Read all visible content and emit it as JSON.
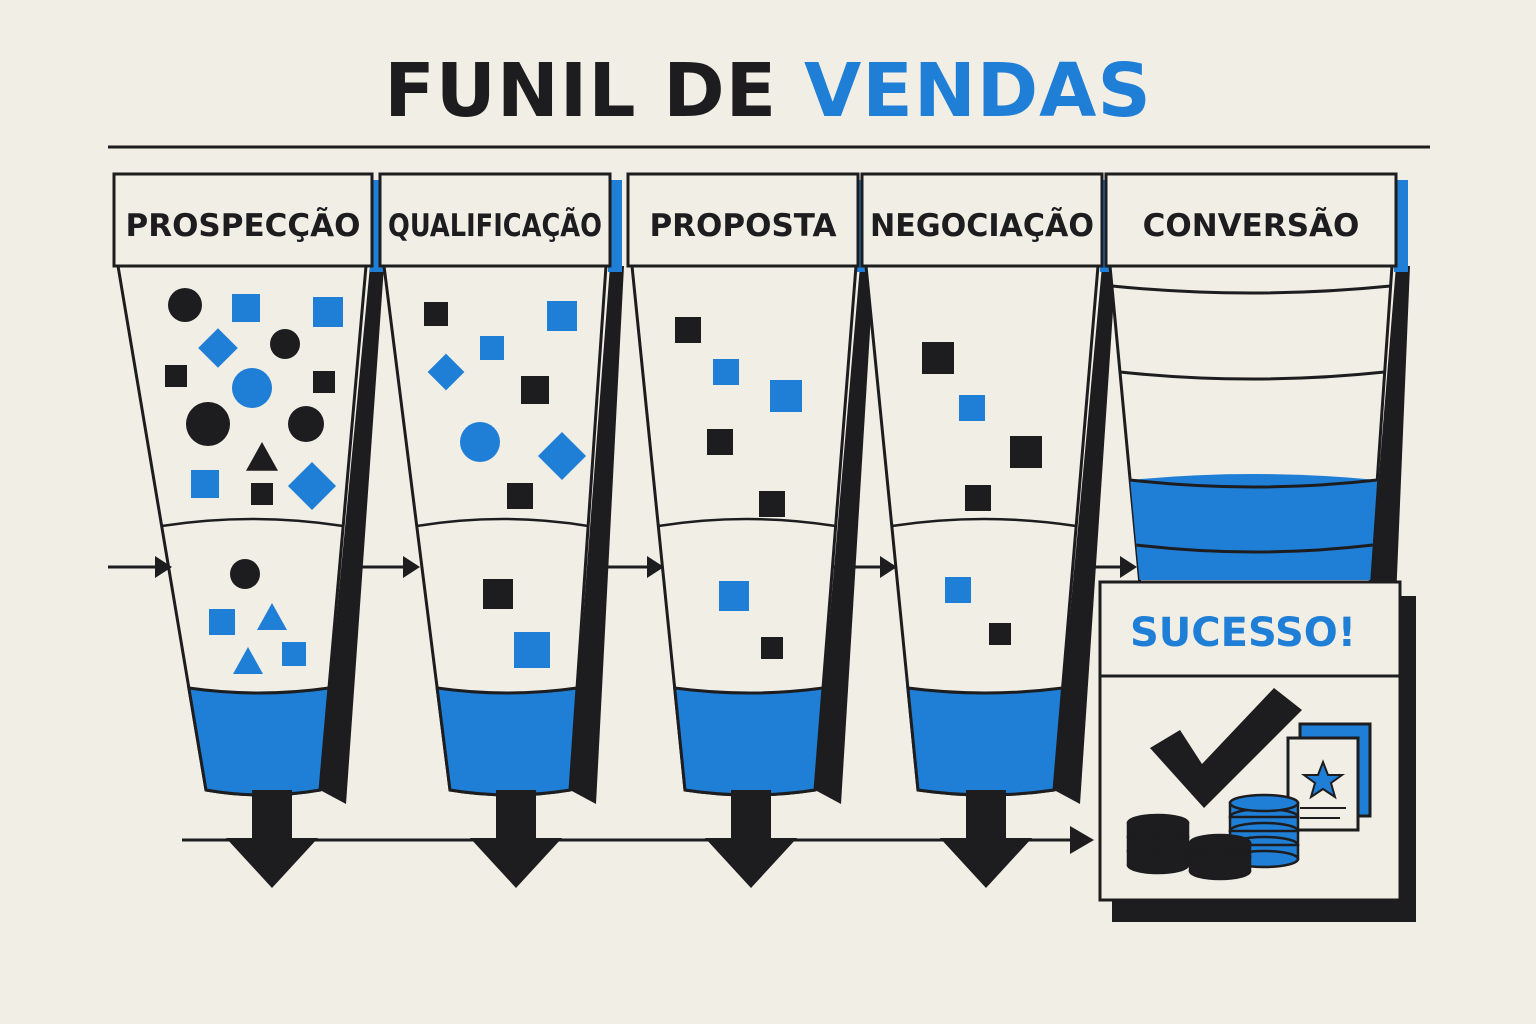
{
  "title": {
    "main": "FUNIL DE",
    "accent": "VENDAS"
  },
  "stages": [
    {
      "label": "PROSPECÇÃO"
    },
    {
      "label": "QUALIFICAÇÃO"
    },
    {
      "label": "PROPOSTA"
    },
    {
      "label": "NEGOCIAÇÃO"
    },
    {
      "label": "CONVERSÃO"
    }
  ],
  "result": {
    "label": "SUCESSO!"
  },
  "colors": {
    "ink": "#1d1d1f",
    "blue": "#1f7ed6",
    "paper": "#f1eee6"
  }
}
